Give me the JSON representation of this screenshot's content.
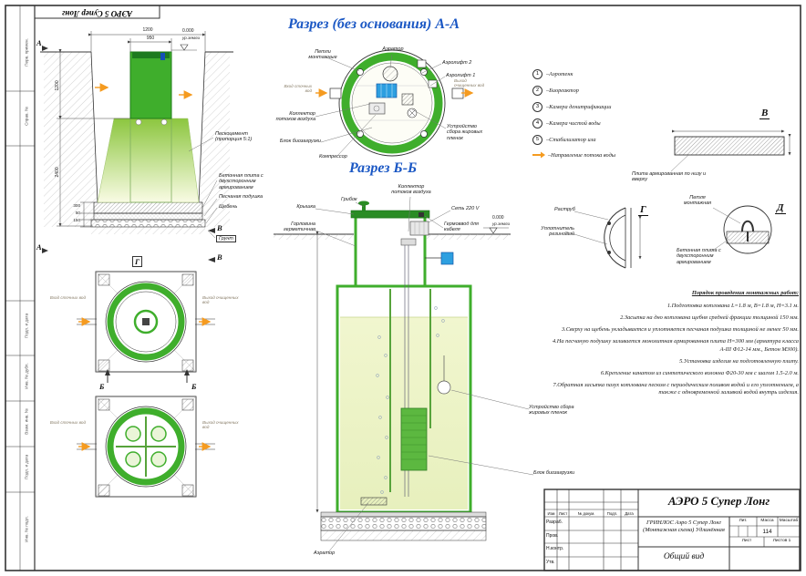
{
  "stamp": "АЭРО 5 Супер Лонг",
  "strips": [
    "Перв. примен.",
    "Справ. №",
    "Подп. и дата",
    "Инв. № дубл.",
    "Взам. инв. №",
    "Подп. и дата",
    "Инв. № подл."
  ],
  "marks": {
    "a": "А",
    "b": "Б",
    "v": "В",
    "g": "Г",
    "d": "Д"
  },
  "io": {
    "in": "Вход сточных вод",
    "out": "Выход очищенных вод"
  },
  "left_view": {
    "dim_w1": "1200",
    "dim_w2": "950",
    "level": "0.000",
    "level_sub": "ур.земли",
    "dim_v1": "1200",
    "dim_v2": "2400",
    "dim_b1": "300",
    "dim_b2": "50",
    "dim_b3": "150",
    "lbl_peskocement": "Пескоцемент (пропорция 5:1)",
    "lbl_plita": "Бетонная плита с двухсторонним армированием",
    "lbl_podushka": "Песчаная подушка",
    "lbl_scheben": "Щебень",
    "lbl_grunt": "Грунт"
  },
  "aa": {
    "title": "Разрез (без основания) А-А",
    "petli": "Петли монтажные",
    "aerator": "Аэратор",
    "airlift2": "Аэролифт 2",
    "airlift1": "Аэролифт 1",
    "kollektor": "Коллектор потоков воздуха",
    "bioblock": "Блок биозагрузки",
    "compressor": "Компрессор",
    "fat": "Устройство сбора жировых пленок"
  },
  "bb": {
    "title": "Разрез Б-Б",
    "kollektor": "Коллектор потоков воздуха",
    "kryshka": "Крышка",
    "gribok": "Грибок",
    "set220": "Сеть 220 V",
    "level": "0.000",
    "level_sub": "ур.земли",
    "gorlovina": "Горловина герметичная",
    "germovvod": "Гермоввод для кабеля",
    "fat": "Устройство сбора жировых пленок",
    "bioblock": "Блок биозагрузки",
    "aerator": "Аэратор"
  },
  "legend": {
    "items": [
      {
        "num": "1",
        "label": "–Аэротенк"
      },
      {
        "num": "2",
        "label": "–Биореактор"
      },
      {
        "num": "3",
        "label": "–Камера денитрификации"
      },
      {
        "num": "4",
        "label": "–Камера чистой воды"
      },
      {
        "num": "5",
        "label": "–Стабилизатор ила"
      }
    ],
    "flow": "–Направление потока воды"
  },
  "details": {
    "v_letter": "В",
    "v_label": "Плита армированная по низу и вверху",
    "g_letter": "Г",
    "g_rastrub": "Раструб",
    "g_uplotnitel": "Уплотнитель резиновый",
    "d_letter": "Д",
    "d_petlya": "Петля монтажная",
    "d_plita": "Бетонная плита с двухсторонним армированием"
  },
  "notes": {
    "title": "Порядок проведения монтажных работ:",
    "items": [
      "1.Подготовка котлована  L=1.8 м,  В=1.8 м,  Н=3.1 м.",
      "2.Засыпка на дно котлована щебня средней фракции толщиной 150 мм.",
      "3.Сверху на щебень укладывается и уплотняется песчаная подушка толщиной не менее 50 мм.",
      "4.На песчаную подушку заливается монолитная армированная плита Н=300 мм (арматура класса А-III Ф12-14 мм., Бетон М300).",
      "5.Установка изделия на подготовленную плиту.",
      "6.Крепление канатом из синтетического волокна Ф20-30 мм с шагом 1.5-2.0 м.",
      "7.Обратная засыпка пазух котлована песком с периодическим поливом водой и его уплотнением, а также с одновременной заливкой водой внутрь изделия."
    ]
  },
  "tb": {
    "product": "АЭРО 5 Супер Лонг",
    "descr": "ГРИНЛОС Аэро 5 Супер Лонг (Монтажная схема) Удлинённая",
    "view": "Общий вид",
    "lit": "Лит.",
    "mass": "Масса",
    "scale": "Масштаб",
    "mass_val": "114",
    "list": "Лист",
    "listov": "Листов 1",
    "h_izm": "Изм",
    "h_list": "Лист",
    "h_doc": "№ докум.",
    "h_podp": "Подп.",
    "h_data": "Дата",
    "r1": "Разраб.",
    "r2": "Пров.",
    "r3": "Н.контр.",
    "r4": "Утв."
  }
}
